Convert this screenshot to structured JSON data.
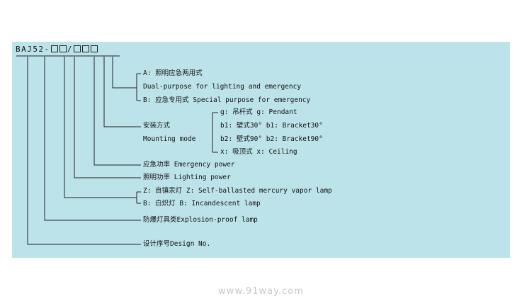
{
  "code": {
    "prefix": "BAJ52-",
    "slash": "/"
  },
  "labels": {
    "light_a": "A: 照明应急两用式",
    "light_a_en": "Dual-purpose for lighting and emergency",
    "light_b": "B: 应急专用式 Special purpose for emergency",
    "mount_g": "g: 吊杆式     g: Pendant",
    "mount_cn": "安装方式",
    "mount_en": "Mounting mode",
    "mount_b1": "b1: 壁式30°  b1: Bracket30°",
    "mount_b2": "b2: 壁式90°  b2: Bracket90°",
    "mount_x": "x: 吸顶式    x: Ceiling",
    "emergency_power": "应急功率 Emergency power",
    "lighting_power": "照明功率 Lighting power",
    "lamp_z": "Z: 自镇汞灯  Z: Self-ballasted mercury vapor lamp",
    "lamp_b": "B: 白炽灯    B: Incandescent lamp",
    "explosion_proof": "防爆灯具类Explosion-proof lamp",
    "design_no": "设计序号Design No."
  },
  "watermark": "www.91way.com",
  "colors": {
    "panel": "#bde3ea",
    "line": "#222222",
    "text": "#111111",
    "watermark": "#c8c8c8"
  }
}
